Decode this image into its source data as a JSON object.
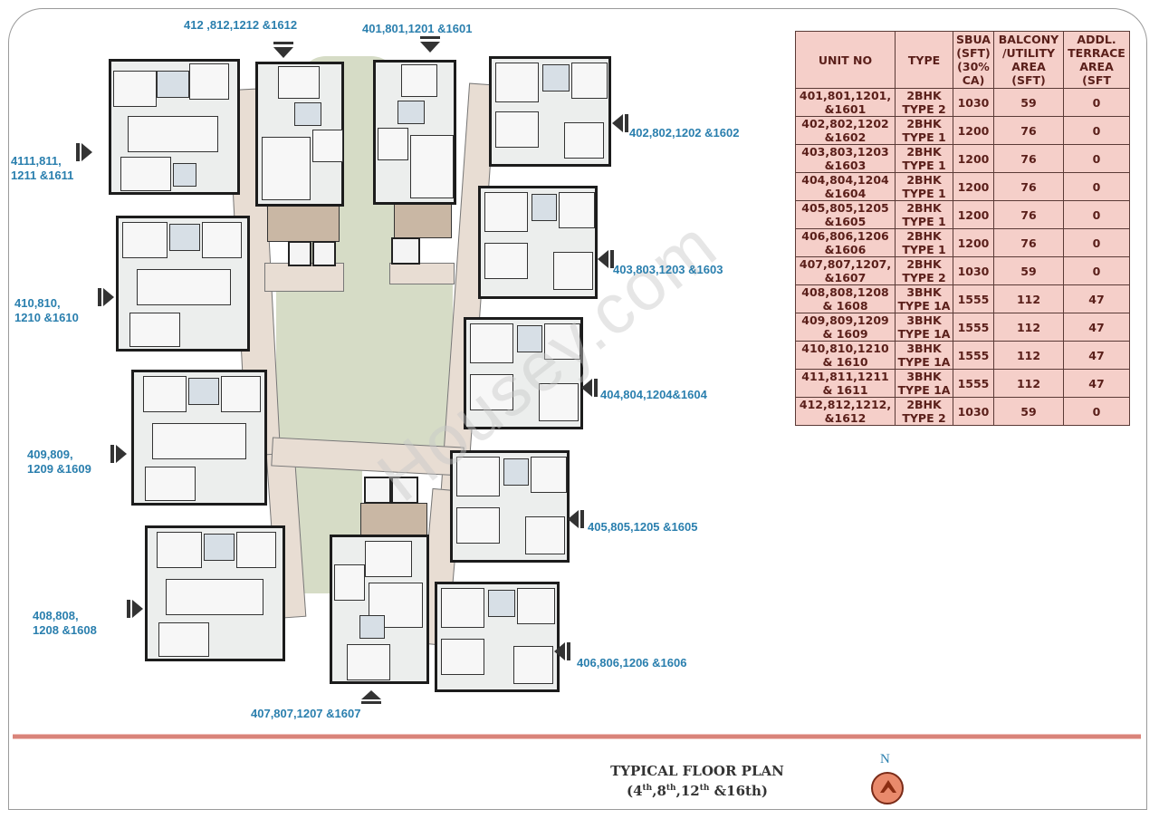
{
  "plan": {
    "watermark": "Housey.com",
    "unit_labels": [
      {
        "id": "412",
        "text": "412 ,812,1212 &1612"
      },
      {
        "id": "401",
        "text": "401,801,1201 &1601"
      },
      {
        "id": "411",
        "line1": "4111,811,",
        "line2": "1211 &1611"
      },
      {
        "id": "402",
        "text": "402,802,1202 &1602"
      },
      {
        "id": "403",
        "text": "403,803,1203 &1603"
      },
      {
        "id": "410",
        "line1": "410,810,",
        "line2": "1210 &1610"
      },
      {
        "id": "404",
        "text": "404,804,1204&1604"
      },
      {
        "id": "409",
        "line1": "409,809,",
        "line2": "1209 &1609"
      },
      {
        "id": "405",
        "text": "405,805,1205 &1605"
      },
      {
        "id": "408",
        "line1": "408,808,",
        "line2": "1208 &1608"
      },
      {
        "id": "406",
        "text": "406,806,1206 &1606"
      },
      {
        "id": "407",
        "text": "407,807,1207 &1607"
      }
    ]
  },
  "table": {
    "headers": {
      "unit_no": "UNIT NO",
      "type": "TYPE",
      "sbua": [
        "SBUA",
        "(SFT)",
        "(30%",
        "CA)"
      ],
      "balcony": [
        "BALCONY",
        "/UTILITY",
        "AREA",
        "(SFT)"
      ],
      "terrace": [
        "ADDL.",
        "TERRACE",
        "AREA",
        "(SFT"
      ]
    },
    "rows": [
      {
        "unit": [
          "401,801,1201,",
          "&1601"
        ],
        "type": [
          "2BHK",
          "TYPE 2"
        ],
        "sbua": "1030",
        "balcony": "59",
        "terrace": "0"
      },
      {
        "unit": [
          "402,802,1202",
          "&1602"
        ],
        "type": [
          "2BHK",
          "TYPE 1"
        ],
        "sbua": "1200",
        "balcony": "76",
        "terrace": "0"
      },
      {
        "unit": [
          "403,803,1203",
          "&1603"
        ],
        "type": [
          "2BHK",
          "TYPE 1"
        ],
        "sbua": "1200",
        "balcony": "76",
        "terrace": "0"
      },
      {
        "unit": [
          "404,804,1204",
          "&1604"
        ],
        "type": [
          "2BHK",
          "TYPE 1"
        ],
        "sbua": "1200",
        "balcony": "76",
        "terrace": "0"
      },
      {
        "unit": [
          "405,805,1205",
          "&1605"
        ],
        "type": [
          "2BHK",
          "TYPE 1"
        ],
        "sbua": "1200",
        "balcony": "76",
        "terrace": "0"
      },
      {
        "unit": [
          "406,806,1206",
          "&1606"
        ],
        "type": [
          "2BHK",
          "TYPE 1"
        ],
        "sbua": "1200",
        "balcony": "76",
        "terrace": "0"
      },
      {
        "unit": [
          "407,807,1207,",
          "&1607"
        ],
        "type": [
          "2BHK",
          "TYPE 2"
        ],
        "sbua": "1030",
        "balcony": "59",
        "terrace": "0"
      },
      {
        "unit": [
          "408,808,1208",
          "& 1608"
        ],
        "type": [
          "3BHK",
          "TYPE 1A"
        ],
        "sbua": "1555",
        "balcony": "112",
        "terrace": "47"
      },
      {
        "unit": [
          "409,809,1209",
          "& 1609"
        ],
        "type": [
          "3BHK",
          "TYPE 1A"
        ],
        "sbua": "1555",
        "balcony": "112",
        "terrace": "47"
      },
      {
        "unit": [
          "410,810,1210",
          "& 1610"
        ],
        "type": [
          "3BHK",
          "TYPE 1A"
        ],
        "sbua": "1555",
        "balcony": "112",
        "terrace": "47"
      },
      {
        "unit": [
          "411,811,1211",
          "& 1611"
        ],
        "type": [
          "3BHK",
          "TYPE 1A"
        ],
        "sbua": "1555",
        "balcony": "112",
        "terrace": "47"
      },
      {
        "unit": [
          "412,812,1212,",
          "&1612"
        ],
        "type": [
          "2BHK",
          "TYPE 2"
        ],
        "sbua": "1030",
        "balcony": "59",
        "terrace": "0"
      }
    ]
  },
  "footer": {
    "title": "TYPICAL FLOOR PLAN",
    "floors": {
      "f1": "4",
      "s1": "th",
      "f2": "8",
      "s2": "th",
      "f3": "12",
      "s3": "th",
      "f4": "&16th"
    },
    "compass_label": "N"
  },
  "colors": {
    "label_blue": "#2a7fae",
    "table_bg": "#f5cfc9",
    "table_text": "#5a1f1a",
    "courtyard_green": "#d6dcc6",
    "corridor_beige": "#e8ddd3",
    "divider_red": "#d9847a",
    "compass_orange": "#e98a6c"
  }
}
